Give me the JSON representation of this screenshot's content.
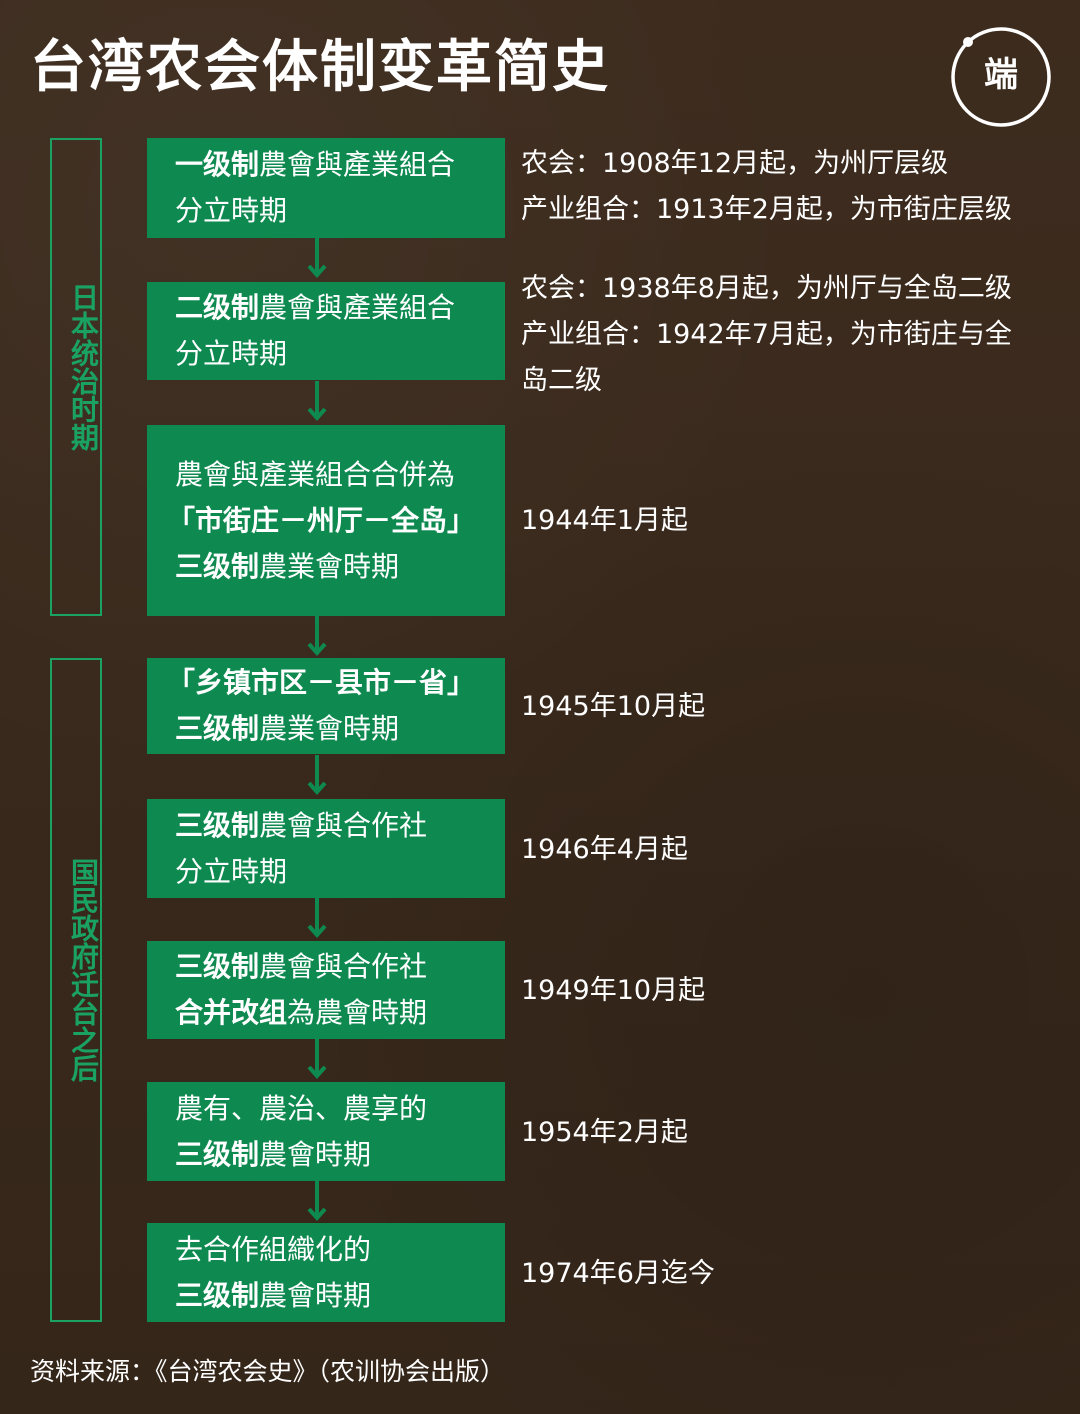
{
  "title": "台湾农会体制变革简史",
  "logo": {
    "icon": "initium-logo-icon",
    "text": "端"
  },
  "eras": [
    {
      "label": "日本统治时期"
    },
    {
      "label": "国民政府迁台之后"
    }
  ],
  "steps": [
    {
      "line1_bold": "一级制",
      "line1_rest": "農會與產業組合",
      "line2": "分立時期",
      "notes": [
        "农会：1908年12月起，为州厅层级",
        "产业组合：1913年2月起，为市街庄层级"
      ]
    },
    {
      "line1_bold": "二级制",
      "line1_rest": "農會與產業組合",
      "line2": "分立時期",
      "notes": [
        "农会：1938年8月起，为州厅与全岛二级",
        "产业组合：1942年7月起，为市街庄与全",
        "岛二级"
      ]
    },
    {
      "line1": "農會與產業組合合併為",
      "line2_bold": "「市街庄－州厅－全岛」",
      "line3_bold": "三级制",
      "line3_rest": "農業會時期",
      "notes": [
        "1944年1月起"
      ]
    },
    {
      "line1_bold": "「乡镇市区－县市－省」",
      "line2_bold": "三级制",
      "line2_rest": "農業會時期",
      "notes": [
        "1945年10月起"
      ]
    },
    {
      "line1_bold": "三级制",
      "line1_rest": "農會與合作社",
      "line2": "分立時期",
      "notes": [
        "1946年4月起"
      ]
    },
    {
      "line1_bold": "三级制",
      "line1_rest": "農會與合作社",
      "line2_bold": "合并改组",
      "line2_rest": "為農會時期",
      "notes": [
        "1949年10月起"
      ]
    },
    {
      "line1": "農有、農治、農享的",
      "line2_bold": "三级制",
      "line2_rest": "農會時期",
      "notes": [
        "1954年2月起"
      ]
    },
    {
      "line1": "去合作組織化的",
      "line2_bold": "三级制",
      "line2_rest": "農會時期",
      "notes": [
        "1974年6月迄今"
      ]
    }
  ],
  "source": "资料来源：《台湾农会史》（农训协会出版）",
  "colors": {
    "background": "#3a2a1d",
    "box": "#0e8a51",
    "accent": "#1aa263",
    "text": "#ffffff"
  }
}
